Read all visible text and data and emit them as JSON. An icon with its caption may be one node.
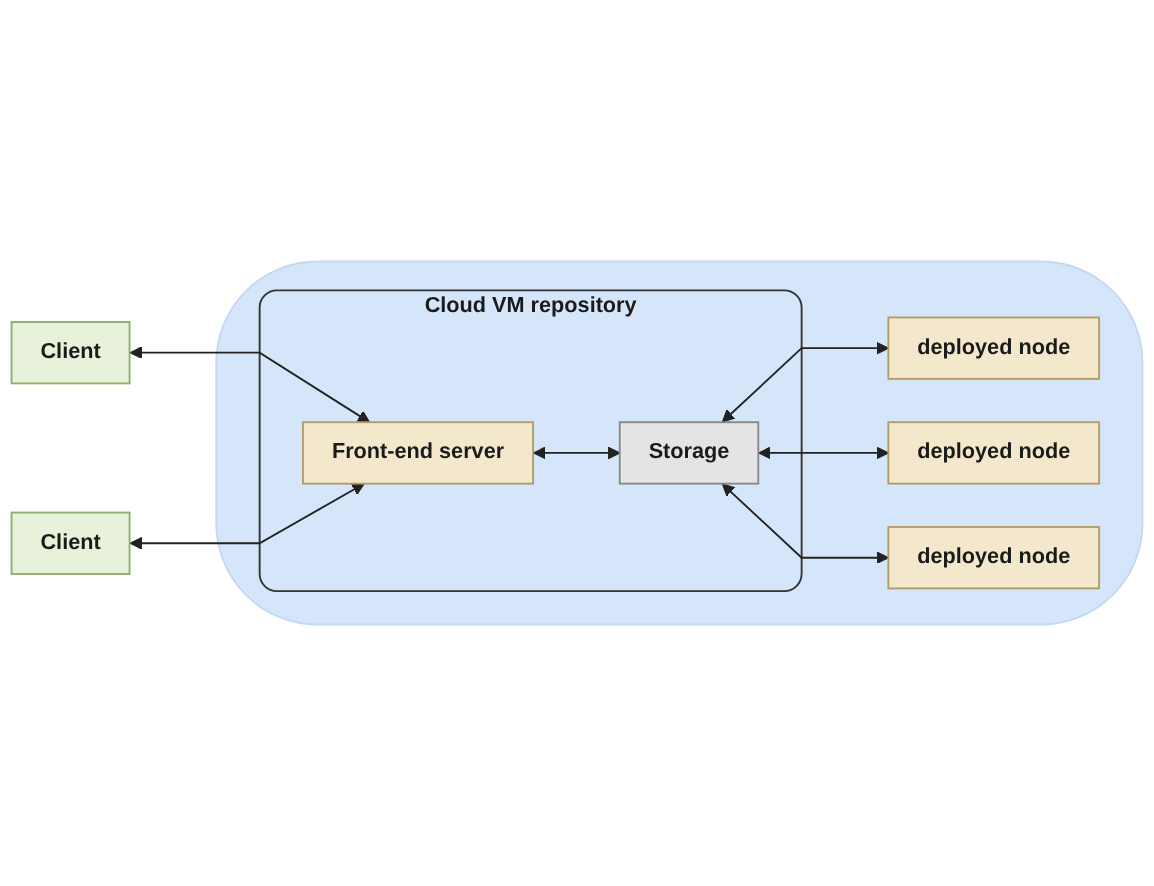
{
  "diagram": {
    "nodes": [
      {
        "text": [
          "Client"
        ]
      },
      {
        "text": [
          "Client"
        ]
      },
      {
        "text": [],
        "shape": "cloud"
      },
      {
        "text": [
          "Cloud VM repository"
        ],
        "in": 2
      },
      {
        "text": [
          "Front-end server"
        ],
        "in": 3
      },
      {
        "text": [
          "Storage"
        ],
        "in": 3
      },
      {
        "text": [
          "deployed node"
        ],
        "in": 2
      },
      {
        "text": [
          "deployed node"
        ],
        "in": 2
      },
      {
        "text": [
          "deployed node"
        ],
        "in": 2
      }
    ],
    "edges": [
      {
        "from": 0,
        "to": 4,
        "arrow": "both"
      },
      {
        "from": 1,
        "to": 4,
        "arrow": "both"
      },
      {
        "from": 4,
        "to": 5,
        "arrow": "both"
      },
      {
        "from": 5,
        "to": 6,
        "arrow": "both"
      },
      {
        "from": 5,
        "to": 7,
        "arrow": "both"
      },
      {
        "from": 5,
        "to": 8,
        "arrow": "both"
      }
    ]
  }
}
